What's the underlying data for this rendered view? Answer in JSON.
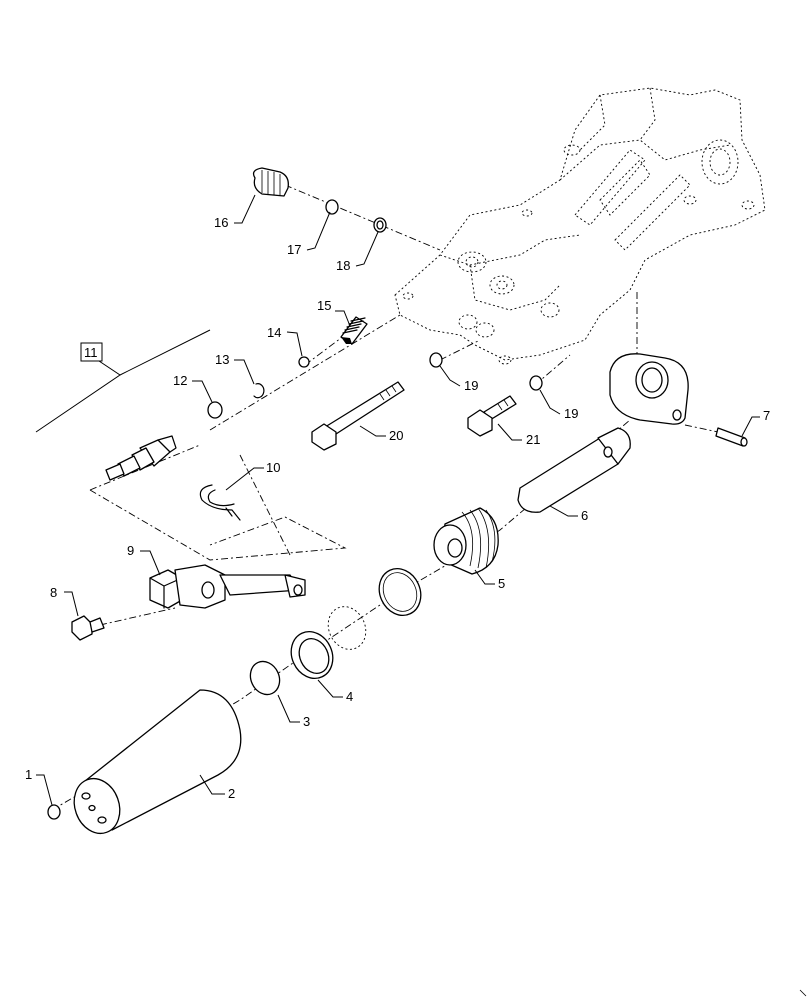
{
  "callouts": [
    {
      "id": "1",
      "text": "1"
    },
    {
      "id": "2",
      "text": "2"
    },
    {
      "id": "3",
      "text": "3"
    },
    {
      "id": "4",
      "text": "4"
    },
    {
      "id": "5",
      "text": "5"
    },
    {
      "id": "6",
      "text": "6"
    },
    {
      "id": "7",
      "text": "7"
    },
    {
      "id": "8",
      "text": "8"
    },
    {
      "id": "9",
      "text": "9"
    },
    {
      "id": "10",
      "text": "10"
    },
    {
      "id": "11",
      "text": "11"
    },
    {
      "id": "12",
      "text": "12"
    },
    {
      "id": "13",
      "text": "13"
    },
    {
      "id": "14",
      "text": "14"
    },
    {
      "id": "15",
      "text": "15"
    },
    {
      "id": "16",
      "text": "16"
    },
    {
      "id": "17",
      "text": "17"
    },
    {
      "id": "18",
      "text": "18"
    },
    {
      "id": "19a",
      "text": "19"
    },
    {
      "id": "19b",
      "text": "19"
    },
    {
      "id": "20",
      "text": "20"
    },
    {
      "id": "21",
      "text": "21"
    }
  ]
}
